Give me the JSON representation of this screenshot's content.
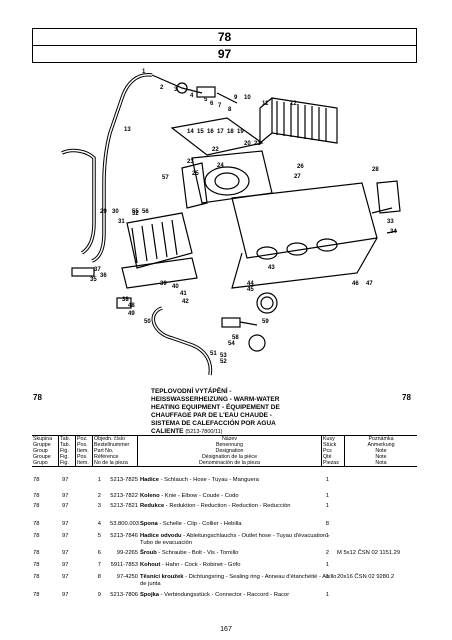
{
  "header": {
    "top_number": "78",
    "bottom_number": "97"
  },
  "section": {
    "number_left": "78",
    "number_right": "78",
    "title_lines": [
      "TEPLOVODNÍ VYTÁPĚNÍ -",
      "HEISSWASSERHEIZUNG - WARM-WATER",
      "HEATING EQUIPMENT - ÉQUIPEMENT DE",
      "CHAUFFAGE PAR DE L'EAU CHAUDE -",
      "SISTEMA DE CALEFACCIÓN POR AGUA"
    ],
    "title_last": "CALIENTE",
    "title_code": "(5213-7800/11)"
  },
  "columns": {
    "group": [
      "Skupina",
      "Gruppe",
      "Group",
      "Groupe",
      "Grupo"
    ],
    "tab": [
      "Tab.",
      "Tab.",
      "Fig.",
      "Fig.",
      "Fig."
    ],
    "pos": [
      "Poz.",
      "Pos.",
      "Item.",
      "Pos.",
      "Item."
    ],
    "order": [
      "Objedn. číslo",
      "Bestellnummer",
      "Part No.",
      "Référence",
      "No de la pieza"
    ],
    "name": [
      "Název",
      "Benennung",
      "Designation",
      "Désignation de la pièce",
      "Denominación de la pieza"
    ],
    "qty": [
      "Kusy",
      "Stück",
      "Pcs",
      "Qté",
      "Piezas"
    ],
    "note": [
      "Poznámka",
      "Anmerkung",
      "Note",
      "Note",
      "Nota"
    ]
  },
  "rows": [
    {
      "group": "78",
      "tab": "97",
      "pos": "1",
      "order": "5213-7825",
      "name_bold": "Hadice",
      "name_rest": " - Schlauch - Hose - Tuyau - Manguera",
      "qty": "1",
      "note": ""
    },
    {
      "group": "78",
      "tab": "97",
      "pos": "2",
      "order": "5213-7822",
      "name_bold": "Koleno",
      "name_rest": " - Knie - Elbow - Coude - Codo",
      "qty": "1",
      "note": ""
    },
    {
      "group": "78",
      "tab": "97",
      "pos": "3",
      "order": "5213-7821",
      "name_bold": "Redukce",
      "name_rest": " - Reduktion - Reduction - Reduction - Reducción",
      "qty": "1",
      "note": ""
    },
    {
      "group": "78",
      "tab": "97",
      "pos": "4",
      "order": "53.800.003",
      "name_bold": "Spona",
      "name_rest": " - Schelle - Clip - Collier - Hebilla",
      "qty": "8",
      "note": ""
    },
    {
      "group": "78",
      "tab": "97",
      "pos": "5",
      "order": "5213-7846",
      "name_bold": "Hadice odvodu",
      "name_rest": " - Ableitungschlauchs - Outlet hose - Tuyau d'évacuation - Tubo de evacuación",
      "qty": "1",
      "note": ""
    },
    {
      "group": "78",
      "tab": "97",
      "pos": "6",
      "order": "99-2265",
      "name_bold": "Šroub",
      "name_rest": " - Schraube - Bolt - Vis - Tornillo",
      "qty": "2",
      "note": "M 5x12 ČSN 02 1151.29"
    },
    {
      "group": "78",
      "tab": "97",
      "pos": "7",
      "order": "5911-7853",
      "name_bold": "Kohout",
      "name_rest": " - Hahn - Cock - Robinet - Grifo",
      "qty": "1",
      "note": ""
    },
    {
      "group": "78",
      "tab": "97",
      "pos": "8",
      "order": "97-4250",
      "name_bold": "Těsnicí kroužek",
      "name_rest": " - Dichtungsring - Sealing ring - Anneau d'étanchéité - Anillo de junta",
      "qty": "1",
      "note": "20x16 ČSN 02 9280.2"
    },
    {
      "group": "78",
      "tab": "97",
      "pos": "9",
      "order": "5213-7806",
      "name_bold": "Spojka",
      "name_rest": " - Verbindungsstück - Connector - Raccord - Racor",
      "qty": "1",
      "note": ""
    }
  ],
  "callouts": [
    "1",
    "2",
    "3",
    "4",
    "5",
    "6",
    "7",
    "8",
    "9",
    "10",
    "11",
    "12",
    "13",
    "14",
    "15",
    "16",
    "17",
    "18",
    "19",
    "20",
    "21",
    "22",
    "23",
    "24",
    "25",
    "26",
    "27",
    "28",
    "29",
    "30",
    "31",
    "32",
    "33",
    "34",
    "35",
    "36",
    "37",
    "38",
    "39",
    "40",
    "41",
    "42",
    "43",
    "44",
    "45",
    "46",
    "47",
    "48",
    "49",
    "50",
    "51",
    "52",
    "53",
    "54",
    "55",
    "56",
    "57",
    "58",
    "59"
  ],
  "page_number": "167"
}
